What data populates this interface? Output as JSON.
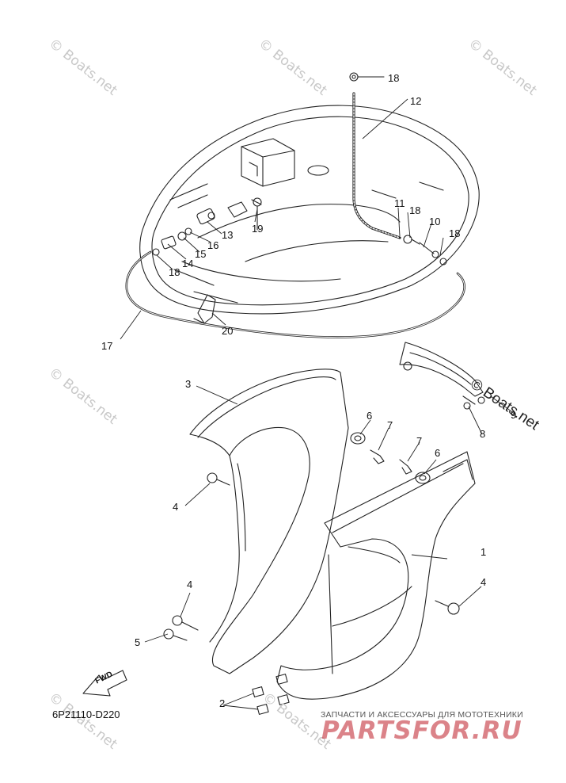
{
  "watermark_text": "© Boats.net",
  "callouts": {
    "c1": "1",
    "c2": "2",
    "c3": "3",
    "c4a": "4",
    "c4b": "4",
    "c4c": "4",
    "c5": "5",
    "c6a": "6",
    "c6b": "6",
    "c7a": "7",
    "c7b": "7",
    "c8": "8",
    "c9": "9",
    "c10": "10",
    "c11": "11",
    "c12": "12",
    "c13": "13",
    "c14": "14",
    "c15": "15",
    "c16": "16",
    "c17": "17",
    "c18a": "18",
    "c18b": "18",
    "c18c": "18",
    "c18d": "18",
    "c19": "19",
    "c20": "20"
  },
  "diagram_code": "6P21110-D220",
  "fwd_label": "FWD",
  "brand_watermark": "© Boats.net",
  "logo_subtitle": "ЗАПЧАСТИ И АКСЕССУАРЫ ДЛЯ МОТОТЕХНИКИ",
  "logo_text": "PARTSFOR.RU"
}
